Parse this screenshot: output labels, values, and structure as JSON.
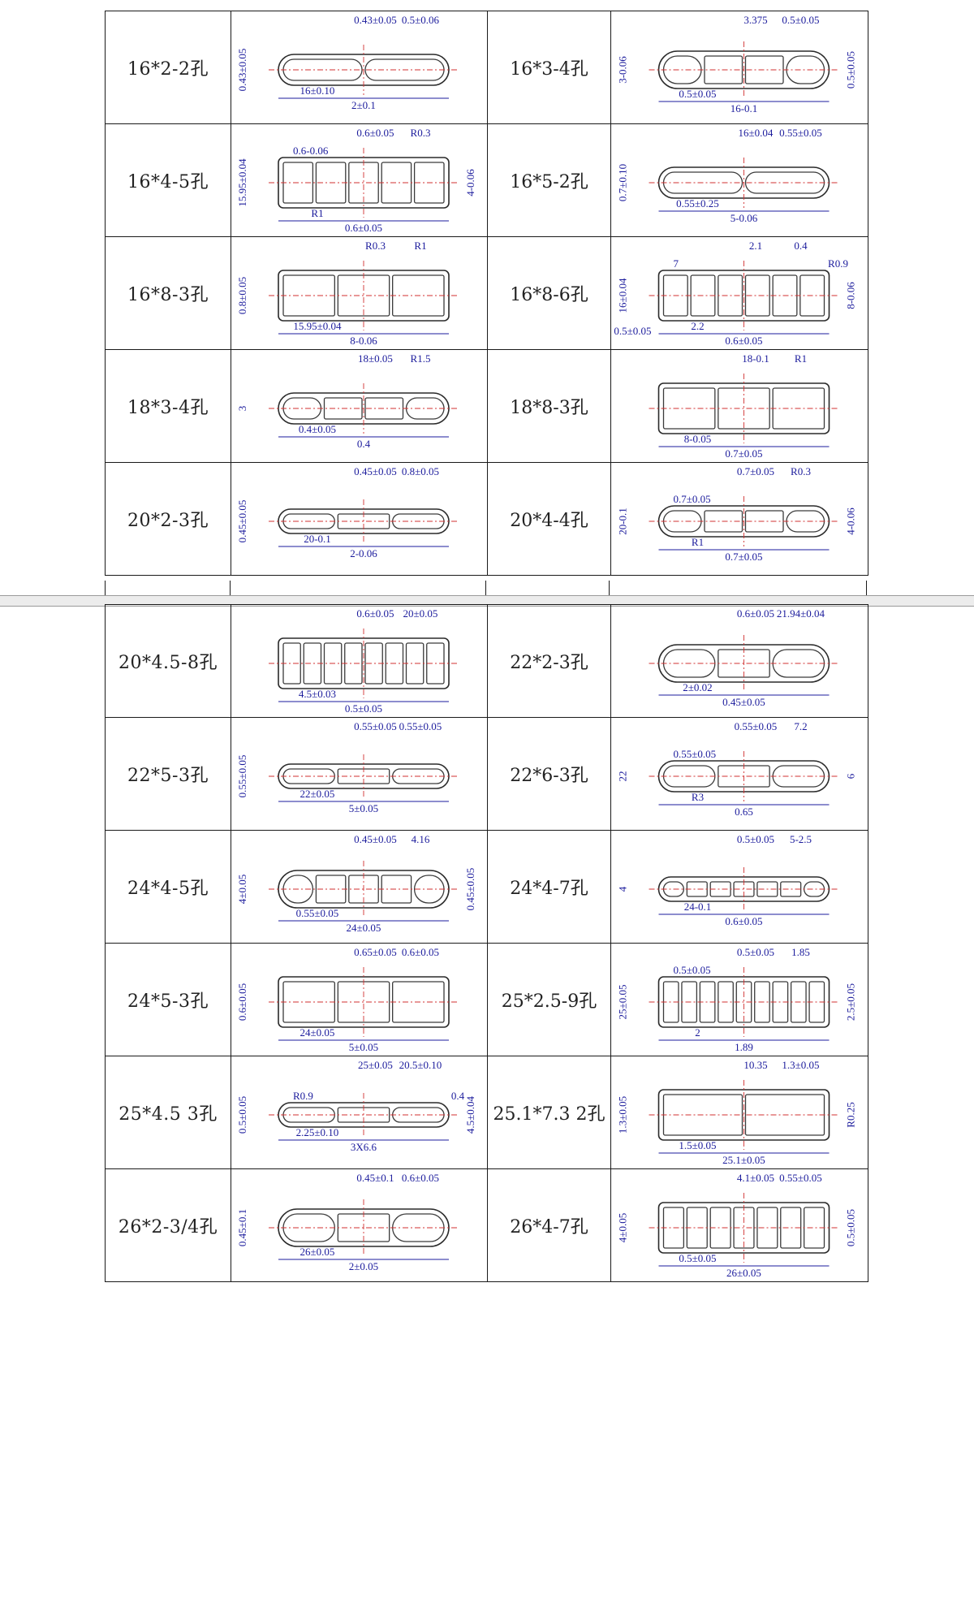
{
  "top_rows": [
    {
      "left": {
        "name": "16*2-2孔",
        "holes": 2,
        "shape": "slot",
        "dims": [
          "0.43±0.05",
          "0.5±0.06",
          "16±0.10",
          "2±0.1",
          "0.43±0.05"
        ]
      },
      "right": {
        "name": "16*3-4孔",
        "holes": 4,
        "shape": "slot",
        "dims": [
          "3.375",
          "0.5±0.05",
          "0.5±0.05",
          "16-0.1",
          "3-0.06",
          "0.5±0.05"
        ]
      }
    },
    {
      "left": {
        "name": "16*4-5孔",
        "holes": 5,
        "shape": "rect",
        "dims": [
          "0.6±0.05",
          "R0.3",
          "R1",
          "0.6±0.05",
          "15.95±0.04",
          "4-0.06",
          "0.6-0.06"
        ]
      },
      "right": {
        "name": "16*5-2孔",
        "holes": 2,
        "shape": "slot",
        "dims": [
          "16±0.04",
          "0.55±0.05",
          "0.55±0.25",
          "5-0.06",
          "0.7±0.10"
        ]
      }
    },
    {
      "left": {
        "name": "16*8-3孔",
        "holes": 3,
        "shape": "rect",
        "dims": [
          "R0.3",
          "R1",
          "15.95±0.04",
          "8-0.06",
          "0.8±0.05"
        ]
      },
      "right": {
        "name": "16*8-6孔",
        "holes": 6,
        "shape": "rect",
        "dims": [
          "2.1",
          "0.4",
          "2.2",
          "0.6±0.05",
          "16±0.04",
          "8-0.06",
          "7",
          "R0.9",
          "0.5±0.05"
        ]
      }
    },
    {
      "left": {
        "name": "18*3-4孔",
        "holes": 4,
        "shape": "slot",
        "dims": [
          "18±0.05",
          "R1.5",
          "0.4±0.05",
          "0.4",
          "3"
        ]
      },
      "right": {
        "name": "18*8-3孔",
        "holes": 3,
        "shape": "rect",
        "dims": [
          "18-0.1",
          "R1",
          "8-0.05",
          "0.7±0.05"
        ]
      }
    },
    {
      "left": {
        "name": "20*2-3孔",
        "holes": 3,
        "shape": "slot",
        "dims": [
          "0.45±0.05",
          "0.8±0.05",
          "20-0.1",
          "2-0.06",
          "0.45±0.05"
        ]
      },
      "right": {
        "name": "20*4-4孔",
        "holes": 4,
        "shape": "slot",
        "dims": [
          "0.7±0.05",
          "R0.3",
          "R1",
          "0.7±0.05",
          "20-0.1",
          "4-0.06",
          "0.7±0.05"
        ]
      }
    }
  ],
  "bottom_rows": [
    {
      "left": {
        "name": "20*4.5-8孔",
        "holes": 8,
        "shape": "rect",
        "dims": [
          "0.6±0.05",
          "20±0.05",
          "4.5±0.03",
          "0.5±0.05"
        ]
      },
      "right": {
        "name": "22*2-3孔",
        "holes": 3,
        "shape": "slot",
        "dims": [
          "0.6±0.05",
          "21.94±0.04",
          "2±0.02",
          "0.45±0.05"
        ]
      }
    },
    {
      "left": {
        "name": "22*5-3孔",
        "holes": 3,
        "shape": "slot",
        "dims": [
          "0.55±0.05",
          "0.55±0.05",
          "22±0.05",
          "5±0.05",
          "0.55±0.05"
        ]
      },
      "right": {
        "name": "22*6-3孔",
        "holes": 3,
        "shape": "slot",
        "dims": [
          "0.55±0.05",
          "7.2",
          "R3",
          "0.65",
          "22",
          "6",
          "0.55±0.05"
        ]
      }
    },
    {
      "left": {
        "name": "24*4-5孔",
        "holes": 5,
        "shape": "slot",
        "dims": [
          "0.45±0.05",
          "4.16",
          "0.55±0.05",
          "24±0.05",
          "4±0.05",
          "0.45±0.05"
        ]
      },
      "right": {
        "name": "24*4-7孔",
        "holes": 7,
        "shape": "slot",
        "dims": [
          "0.5±0.05",
          "5-2.5",
          "24-0.1",
          "0.6±0.05",
          "4"
        ]
      }
    },
    {
      "left": {
        "name": "24*5-3孔",
        "holes": 3,
        "shape": "rect",
        "dims": [
          "0.65±0.05",
          "0.6±0.05",
          "24±0.05",
          "5±0.05",
          "0.6±0.05"
        ]
      },
      "right": {
        "name": "25*2.5-9孔",
        "holes": 9,
        "shape": "rect",
        "dims": [
          "0.5±0.05",
          "1.85",
          "2",
          "1.89",
          "25±0.05",
          "2.5±0.05",
          "0.5±0.05"
        ]
      }
    },
    {
      "left": {
        "name": "25*4.5 3孔",
        "holes": 3,
        "shape": "slot",
        "dims": [
          "25±0.05",
          "20.5±0.10",
          "2.25±0.10",
          "3X6.6",
          "0.5±0.05",
          "4.5±0.04",
          "R0.9",
          "0.4"
        ]
      },
      "right": {
        "name": "25.1*7.3 2孔",
        "holes": 2,
        "shape": "rect",
        "dims": [
          "10.35",
          "1.3±0.05",
          "1.5±0.05",
          "25.1±0.05",
          "1.3±0.05",
          "R0.25"
        ]
      }
    },
    {
      "left": {
        "name": "26*2-3/4孔",
        "holes": 3,
        "shape": "slot",
        "dims": [
          "0.45±0.1",
          "0.6±0.05",
          "26±0.05",
          "2±0.05",
          "0.45±0.1"
        ]
      },
      "right": {
        "name": "26*4-7孔",
        "holes": 7,
        "shape": "rect",
        "dims": [
          "4.1±0.05",
          "0.55±0.05",
          "0.5±0.05",
          "26±0.05",
          "4±0.05",
          "0.5±0.05"
        ]
      }
    }
  ]
}
